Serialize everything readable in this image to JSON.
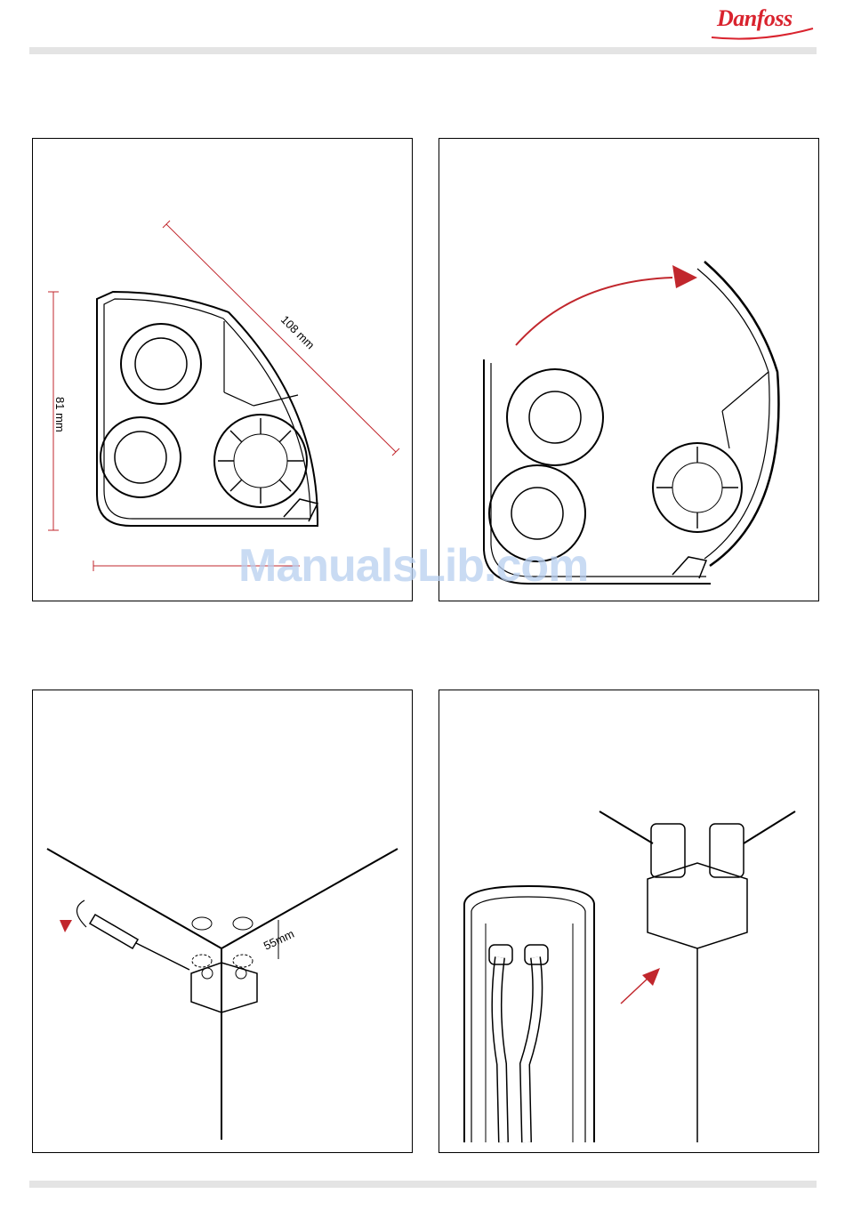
{
  "header": {
    "brand": "Danfoss",
    "brand_color": "#d9232e"
  },
  "panels": {
    "p1": {
      "dim_diagonal": "108 mm",
      "dim_vertical": "81 mm"
    },
    "p3": {
      "dim_depth": "55mm"
    }
  },
  "watermark": "ManualsLib.com",
  "colors": {
    "accent": "#c1272d",
    "line": "#000000",
    "rule": "#e4e4e4"
  }
}
